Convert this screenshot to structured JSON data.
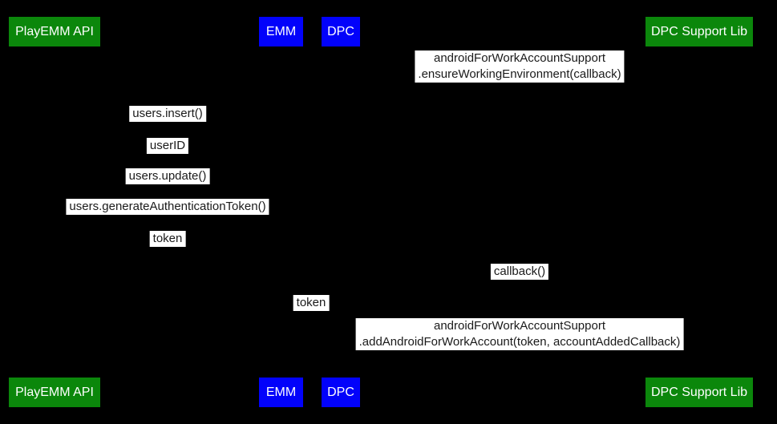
{
  "diagram": {
    "type": "sequence-diagram",
    "background_color": "#000000",
    "google_actor_color": "#0b870b",
    "emm_actor_color": "#0202fb",
    "message_label_bg": "#ffffff",
    "message_label_fg": "#1a1a1a"
  },
  "actors": [
    {
      "label": "PlayEMM API",
      "type": "google"
    },
    {
      "label": "EMM",
      "type": "emm"
    },
    {
      "label": "DPC",
      "type": "emm"
    },
    {
      "label": "DPC Support Lib",
      "type": "google"
    }
  ],
  "messages": [
    {
      "lines": [
        "androidForWorkAccountSupport",
        ".ensureWorkingEnvironment(callback)"
      ]
    },
    {
      "lines": [
        "users.insert()"
      ]
    },
    {
      "lines": [
        "userID"
      ]
    },
    {
      "lines": [
        "users.update()"
      ]
    },
    {
      "lines": [
        "users.generateAuthenticationToken()"
      ]
    },
    {
      "lines": [
        "token"
      ]
    },
    {
      "lines": [
        "callback()"
      ]
    },
    {
      "lines": [
        "token"
      ]
    },
    {
      "lines": [
        "androidForWorkAccountSupport",
        ".addAndroidForWorkAccount(token, accountAddedCallback)"
      ]
    }
  ]
}
